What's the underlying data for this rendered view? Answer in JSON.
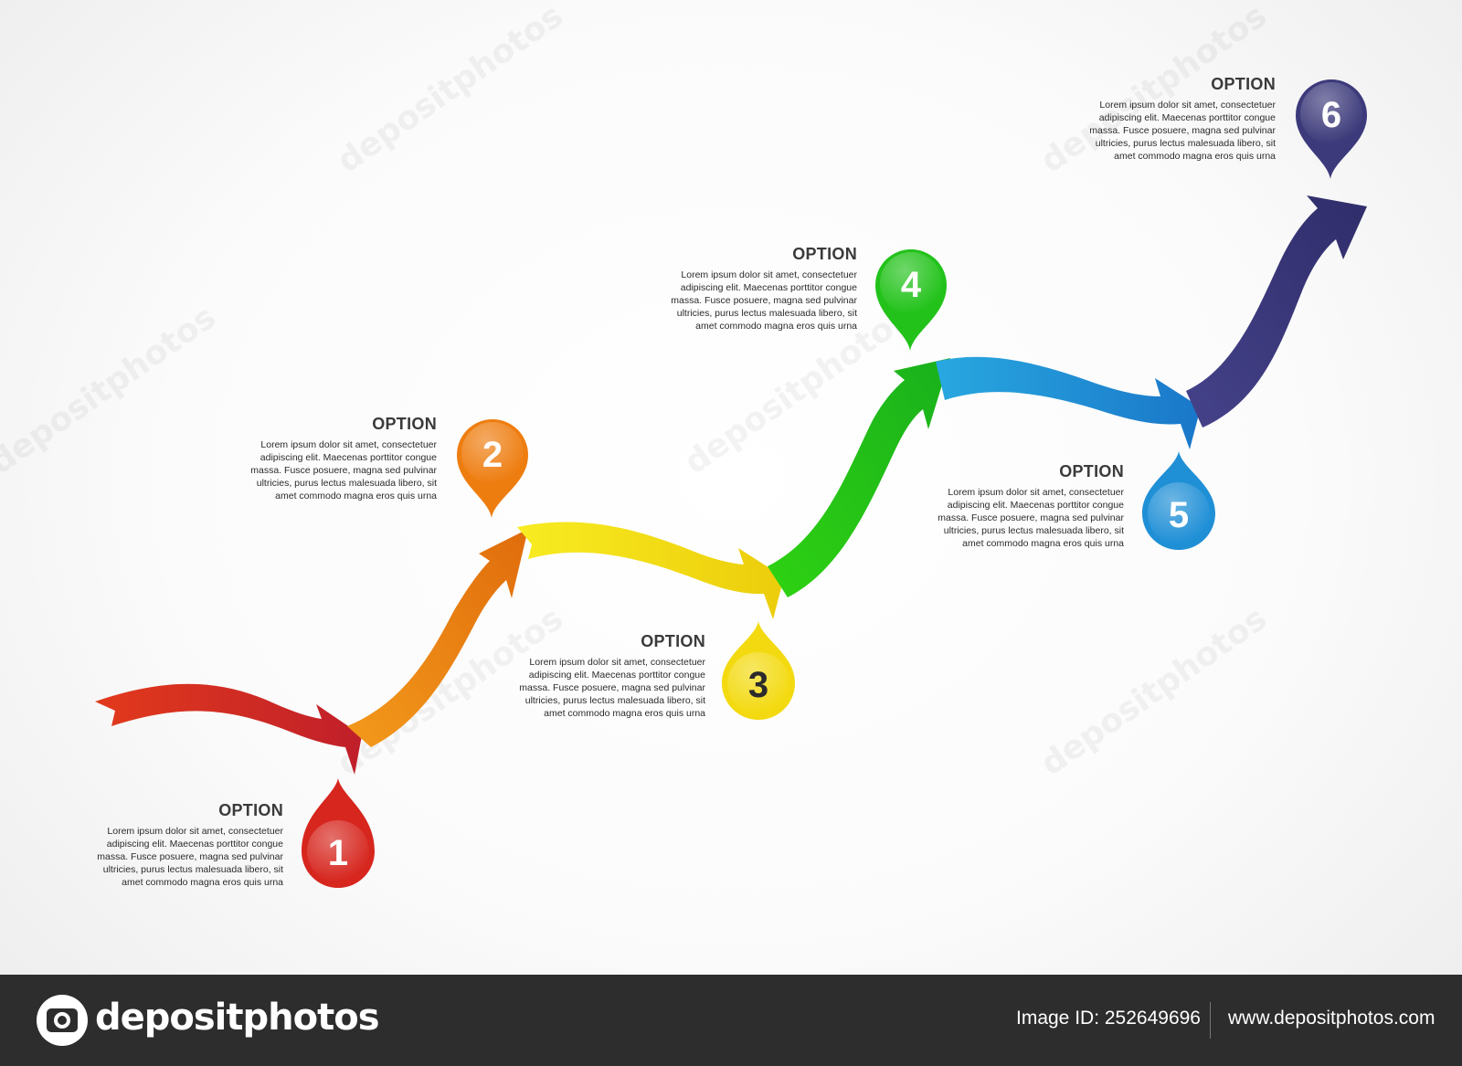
{
  "colors": {
    "step1": "#d6261e",
    "step2": "#ee7d10",
    "step3": "#f3da10",
    "step4": "#22c21a",
    "step5": "#1f8fd6",
    "step6": "#3c3a7a"
  },
  "steps": [
    {
      "number": "1",
      "title": "OPTION",
      "body": "Lorem ipsum dolor sit amet, consectetuer adipiscing elit. Maecenas porttitor congue massa. Fusce posuere, magna sed pulvinar ultricies, purus lectus malesuada libero, sit amet commodo magna eros quis urna"
    },
    {
      "number": "2",
      "title": "OPTION",
      "body": "Lorem ipsum dolor sit amet, consectetuer adipiscing elit. Maecenas porttitor congue massa. Fusce posuere, magna sed pulvinar ultricies, purus lectus malesuada libero, sit amet commodo magna eros quis urna"
    },
    {
      "number": "3",
      "title": "OPTION",
      "body": "Lorem ipsum dolor sit amet, consectetuer adipiscing elit. Maecenas porttitor congue massa. Fusce posuere, magna sed pulvinar ultricies, purus lectus malesuada libero, sit amet commodo magna eros quis urna"
    },
    {
      "number": "4",
      "title": "OPTION",
      "body": "Lorem ipsum dolor sit amet, consectetuer adipiscing elit. Maecenas porttitor congue massa. Fusce posuere, magna sed pulvinar ultricies, purus lectus malesuada libero, sit amet commodo magna eros quis urna"
    },
    {
      "number": "5",
      "title": "OPTION",
      "body": "Lorem ipsum dolor sit amet, consectetuer adipiscing elit. Maecenas porttitor congue massa. Fusce posuere, magna sed pulvinar ultricies, purus lectus malesuada libero, sit amet commodo magna eros quis urna"
    },
    {
      "number": "6",
      "title": "OPTION",
      "body": "Lorem ipsum dolor sit amet, consectetuer adipiscing elit. Maecenas porttitor congue massa. Fusce posuere, magna sed pulvinar ultricies, purus lectus malesuada libero, sit amet commodo magna eros quis urna"
    }
  ],
  "watermark": {
    "text": "depositphotos"
  },
  "footer": {
    "brand": "depositphotos",
    "image_id": "Image ID: 252649696",
    "url": "www.depositphotos.com"
  }
}
